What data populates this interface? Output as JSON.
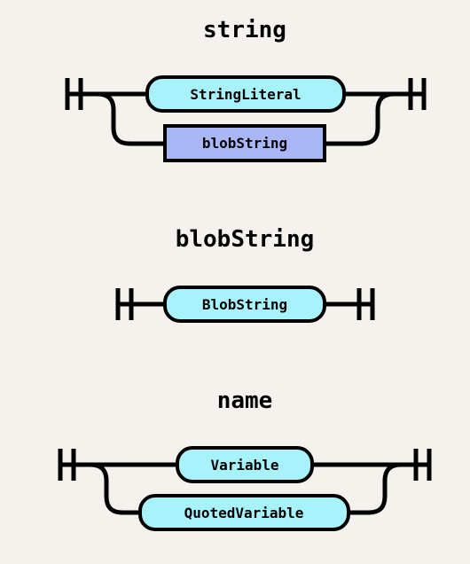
{
  "colors": {
    "background": "#f5f2ee",
    "terminal_fill": "#a8f2fc",
    "nonterminal_fill": "#aab7f7",
    "line": "#000000"
  },
  "diagrams": [
    {
      "id": "string",
      "title": "string",
      "nodes": [
        {
          "label": "StringLiteral",
          "kind": "terminal"
        },
        {
          "label": "blobString",
          "kind": "nonterminal"
        }
      ]
    },
    {
      "id": "blobString",
      "title": "blobString",
      "nodes": [
        {
          "label": "BlobString",
          "kind": "terminal"
        }
      ]
    },
    {
      "id": "name",
      "title": "name",
      "nodes": [
        {
          "label": "Variable",
          "kind": "terminal"
        },
        {
          "label": "QuotedVariable",
          "kind": "terminal"
        }
      ]
    }
  ]
}
